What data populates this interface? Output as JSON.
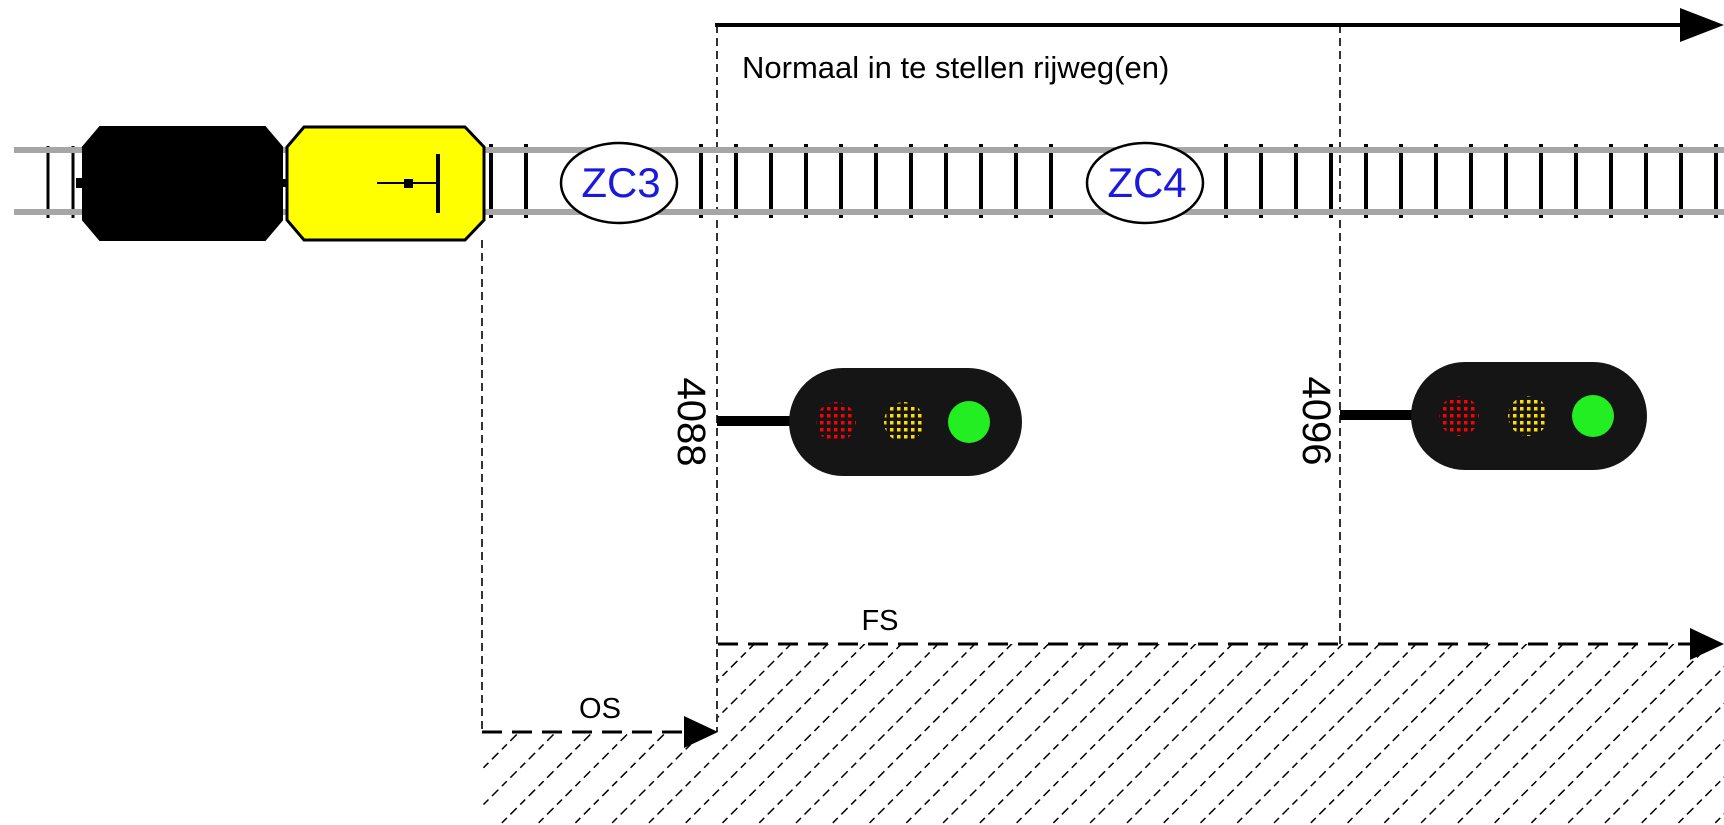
{
  "route": {
    "label": "Normaal in te stellen rijweg(en)"
  },
  "track": {
    "circuits": [
      {
        "id": "zc3",
        "label": "ZC3"
      },
      {
        "id": "zc4",
        "label": "ZC4"
      }
    ]
  },
  "signals": [
    {
      "id": "signal-4088",
      "number": "4088",
      "aspect": "green",
      "lamps": [
        "red",
        "yellow",
        "green"
      ]
    },
    {
      "id": "signal-4096",
      "number": "4096",
      "aspect": "green",
      "lamps": [
        "red",
        "yellow",
        "green"
      ]
    }
  ],
  "zones": {
    "os_label": "OS",
    "fs_label": "FS"
  },
  "train": {
    "units": [
      {
        "id": "rear-car",
        "color": "#000000"
      },
      {
        "id": "cab-car",
        "color": "#ffff00"
      }
    ]
  },
  "colors": {
    "circuit_text": "#1a1adf",
    "rail": "#a6a6a6",
    "signal_body": "#151515",
    "lamp_red": "#ff0000",
    "lamp_yellow": "#ffdd00",
    "lamp_green": "#22ee22"
  }
}
